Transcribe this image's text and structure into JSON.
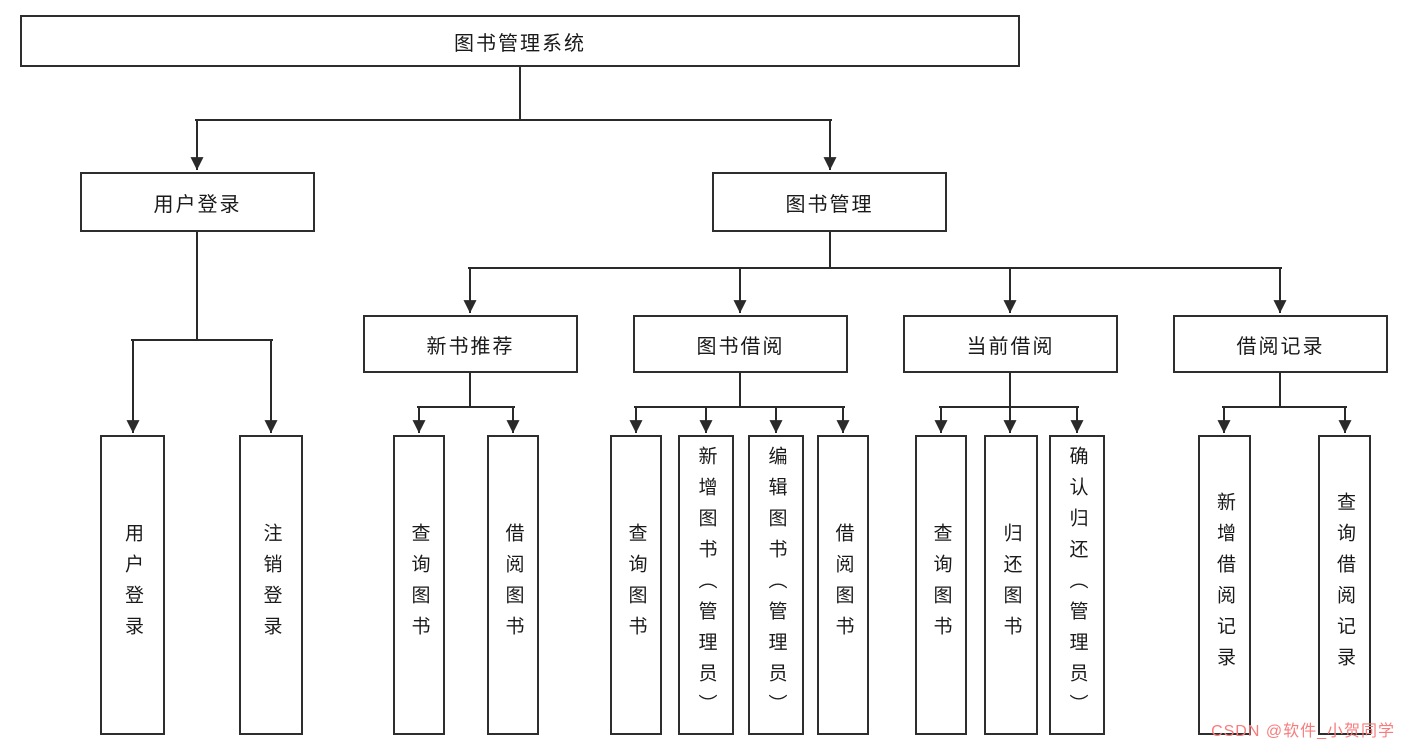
{
  "diagram": {
    "root": {
      "label": "图书管理系统"
    },
    "level2": [
      {
        "label": "用户登录"
      },
      {
        "label": "图书管理"
      }
    ],
    "level3": [
      {
        "label": "新书推荐"
      },
      {
        "label": "图书借阅"
      },
      {
        "label": "当前借阅"
      },
      {
        "label": "借阅记录"
      }
    ],
    "leaves": {
      "user_login": [
        "用户登录",
        "注销登录"
      ],
      "new_book": [
        "查询图书",
        "借阅图书"
      ],
      "borrow": [
        "查询图书",
        "新增图书（管理员）",
        "编辑图书（管理员）",
        "借阅图书"
      ],
      "current": [
        "查询图书",
        "归还图书",
        "确认归还（管理员）"
      ],
      "records": [
        "新增借阅记录",
        "查询借阅记录"
      ]
    },
    "watermark": "CSDN @软件_小贺同学",
    "colors": {
      "line": "#2a2a2a",
      "border": "#2e2e2e",
      "watermark": "#f87c7c"
    }
  }
}
